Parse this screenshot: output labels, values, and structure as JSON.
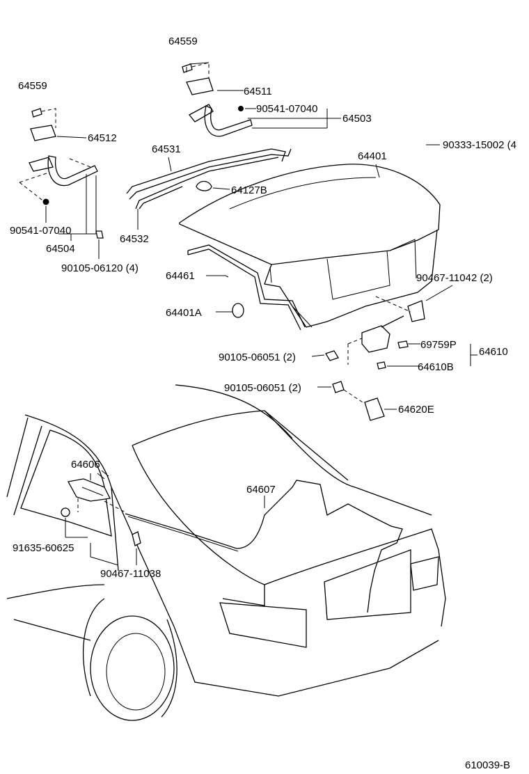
{
  "labels": {
    "p64559a": "64559",
    "p64511": "64511",
    "p90541a": "90541-07040",
    "p64503": "64503",
    "p64559b": "64559",
    "p64512": "64512",
    "p90333": "90333-15002 (4",
    "p64531": "64531",
    "p64401": "64401",
    "p64127b": "64127B",
    "p90541b": "90541-07040",
    "p64532": "64532",
    "p64504": "64504",
    "p90105a": "90105-06120 (4)",
    "p64461": "64461",
    "p90467a": "90467-11042 (2)",
    "p64401a": "64401A",
    "p69759p": "69759P",
    "p64610": "64610",
    "p90105b": "90105-06051 (2)",
    "p64610b": "64610B",
    "p90105c": "90105-06051 (2)",
    "p64620e": "64620E",
    "p64606": "64606",
    "p64607": "64607",
    "p91635": "91635-60625",
    "p90467b": "90467-11038",
    "figure_code": "610039-B"
  }
}
